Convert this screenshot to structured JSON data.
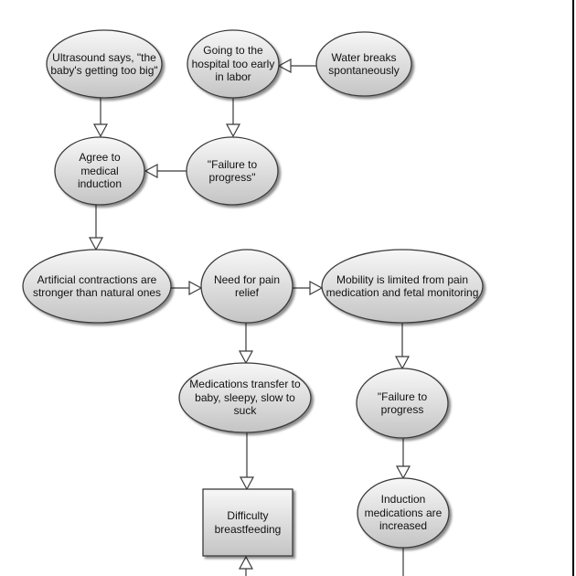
{
  "diagram": {
    "nodes": {
      "ultrasound": "Ultrasound says, \"the\nbaby's getting too big\"",
      "hospital_early": "Going to the\nhospital too early\nin labor",
      "water_breaks": "Water breaks\nspontaneously",
      "agree_induction": "Agree to medical\ninduction",
      "failure_progress_1": "\"Failure to\nprogress\"",
      "artificial_contractions": "Artificial contractions are\nstronger than natural ones",
      "pain_relief": "Need for pain\nrelief",
      "mobility_limited": "Mobility is limited from pain\nmedication and fetal monitoring",
      "medications_transfer": "Medications transfer to\nbaby, sleepy, slow to\nsuck",
      "failure_progress_2": "\"Failure to\nprogress",
      "difficulty_breastfeeding": "Difficulty\nbreastfeeding",
      "induction_increased": "Induction\nmedications are\nincreased"
    },
    "colors": {
      "node_fill_light": "#f7f7f7",
      "node_fill_dark": "#c4c4c4",
      "stroke": "#3a3a3a",
      "arrowhead_fill": "#ffffff"
    }
  }
}
